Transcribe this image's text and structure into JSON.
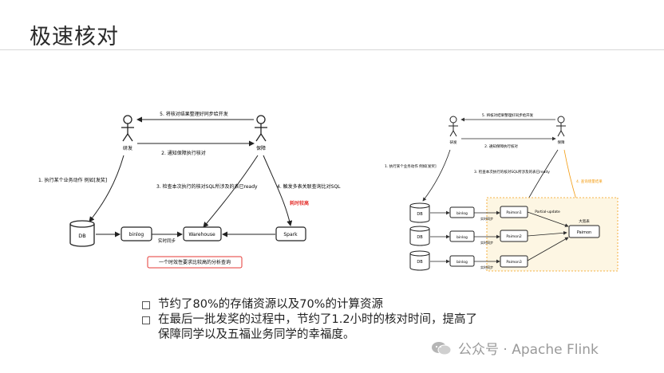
{
  "slide": {
    "title": "极速核对"
  },
  "left_diagram": {
    "actor_dev": "研发",
    "actor_qa": "保障",
    "arrow_5": "5. 将核对结果整理好同步给开发",
    "arrow_2": "2. 通知保障执行核对",
    "step_1": "1. 执行某个业务动作 例如[发奖]",
    "step_3": "3. 检查本次执行的核对SQL所涉及的表已ready",
    "step_4": "4. 触发多表关联查询比对SQL",
    "slow_tag": "耗时较高",
    "node_db": "DB",
    "node_binlog": "binlog",
    "node_warehouse": "Warehouse",
    "node_spark": "Spark",
    "realtime_sync": "实时同步",
    "note": "一个时效性要求比较高的分析查询",
    "colors": {
      "highlight_red": "#e53935",
      "note_border": "#e53935"
    }
  },
  "right_diagram": {
    "actor_dev": "研发",
    "actor_qa": "保障",
    "arrow_5": "5. 将核对结果整理好同步给开发",
    "arrow_2": "2. 通知保障执行核对",
    "step_1": "1. 执行某个业务动作 例如[发奖]",
    "step_3": "3. 检查本次执行的核对SQL所涉及的表已ready",
    "step_4": "4. 查询增量结果",
    "db_rows": [
      {
        "db": "DB",
        "binlog": "binlog",
        "sync": "实时同步",
        "paimon": "Paimon1"
      },
      {
        "db": "DB",
        "binlog": "binlog",
        "sync": "实时同步",
        "paimon": "Paimon2"
      },
      {
        "db": "DB",
        "binlog": "binlog",
        "sync": "实时同步",
        "paimon": "Paimon3"
      }
    ],
    "partial_update": "Partial-update",
    "wide_table": "大宽表",
    "paimon_main": "Paimon",
    "colors": {
      "orange": "#f39c12",
      "area_fill": "#fdf6e3"
    }
  },
  "bullets": {
    "line1": "节约了80%的存储资源以及70%的计算资源",
    "line2": "在最后一批发奖的过程中，节约了1.2小时的核对时间，提高了",
    "line3": "保障同学以及五福业务同学的幸福度。"
  },
  "watermark": {
    "text": "公众号 · Apache Flink",
    "icon": "wechat-icon"
  }
}
